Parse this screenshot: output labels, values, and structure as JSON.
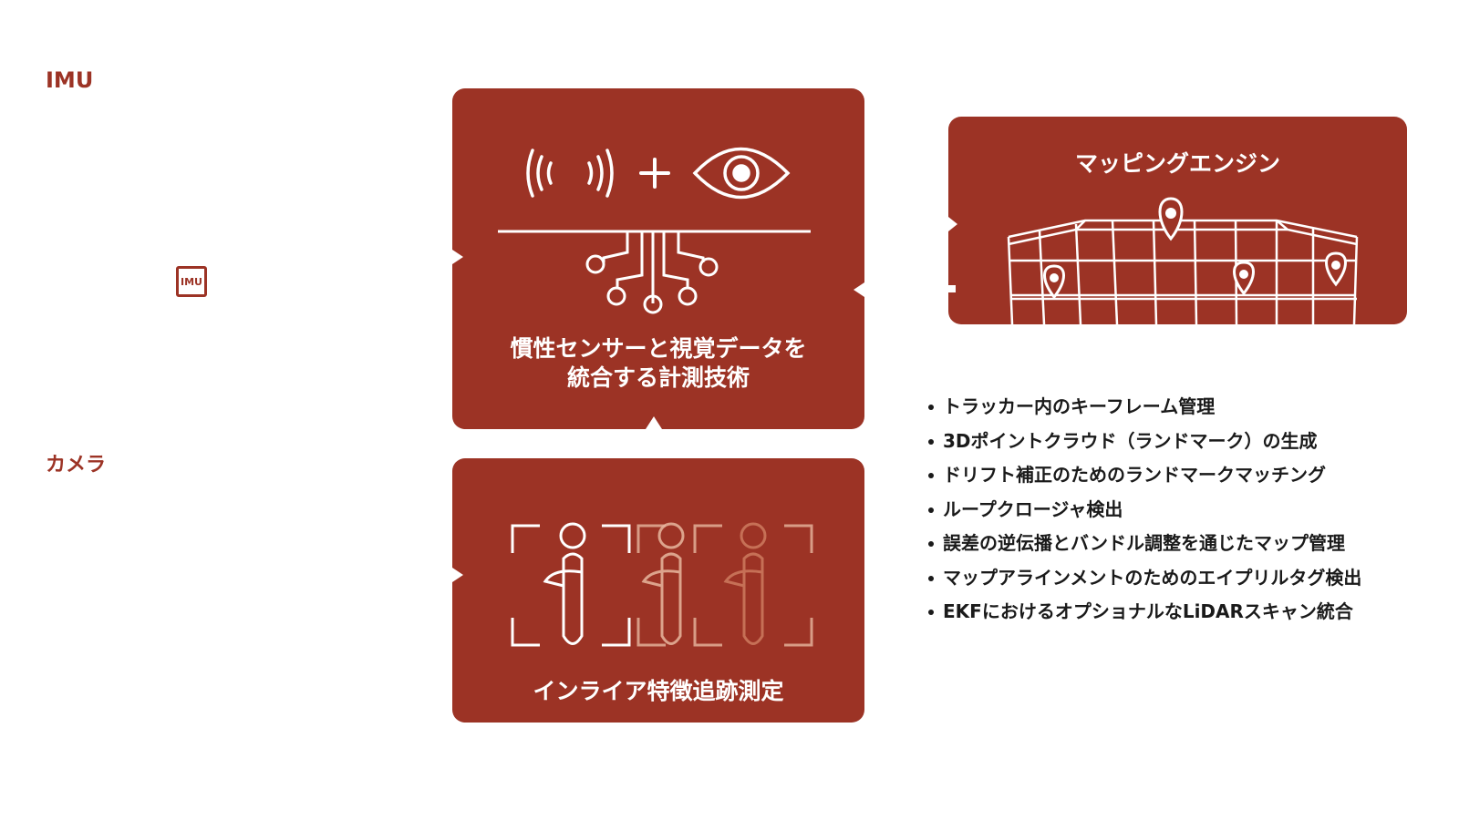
{
  "labels": {
    "imu": "IMU",
    "camera": "カメラ",
    "imu_badge": "IMU"
  },
  "vio_card": {
    "title_line1": "慣性センサーと視覚データを",
    "title_line2": "統合する計測技術"
  },
  "tracking_card": {
    "title": "インライア特徴追跡測定"
  },
  "mapping_card": {
    "title": "マッピングエンジン"
  },
  "features": [
    "トラッカー内のキーフレーム管理",
    "3Dポイントクラウド（ランドマーク）の生成",
    "ドリフト補正のためのランドマークマッチング",
    "ループクロージャ検出",
    "誤差の逆伝播とバンドル調整を通じたマップ管理",
    "マップアラインメントのためのエイプリルタグ検出",
    "EKFにおけるオプショナルなLiDARスキャン統合"
  ],
  "colors": {
    "accent": "#9c3325",
    "text": "#1a1a1a"
  },
  "icons": [
    "signal-icon",
    "plus-icon",
    "eye-icon",
    "circuit-icon",
    "person-tracking-icon",
    "map-grid-icon",
    "map-pin-icon"
  ]
}
